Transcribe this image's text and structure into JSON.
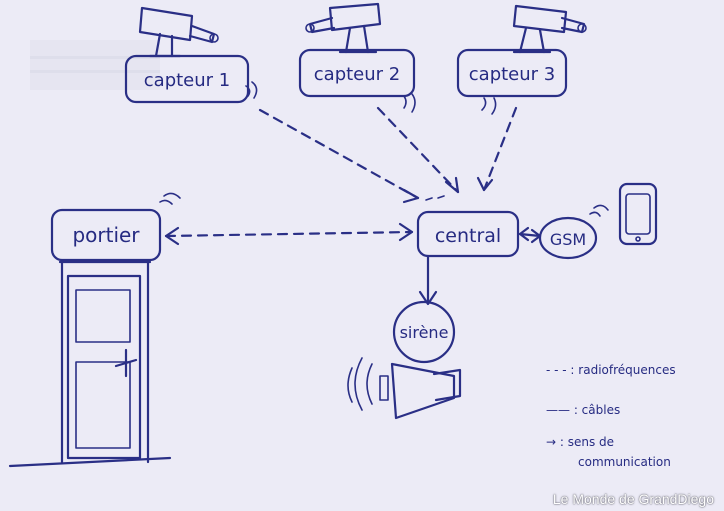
{
  "nodes": {
    "capteur1": "capteur 1",
    "capteur2": "capteur 2",
    "capteur3": "capteur 3",
    "portier": "portier",
    "central": "central",
    "gsm": "GSM",
    "sirene": "sirène"
  },
  "legend": {
    "radio": "- - - : radiofréquences",
    "cables": "—— : câbles",
    "sens_line1": "→ : sens de",
    "sens_line2": "communication"
  },
  "watermark": "Le Monde de GrandDiego",
  "colors": {
    "ink": "#2a2f86",
    "paper": "#ecebf6"
  }
}
